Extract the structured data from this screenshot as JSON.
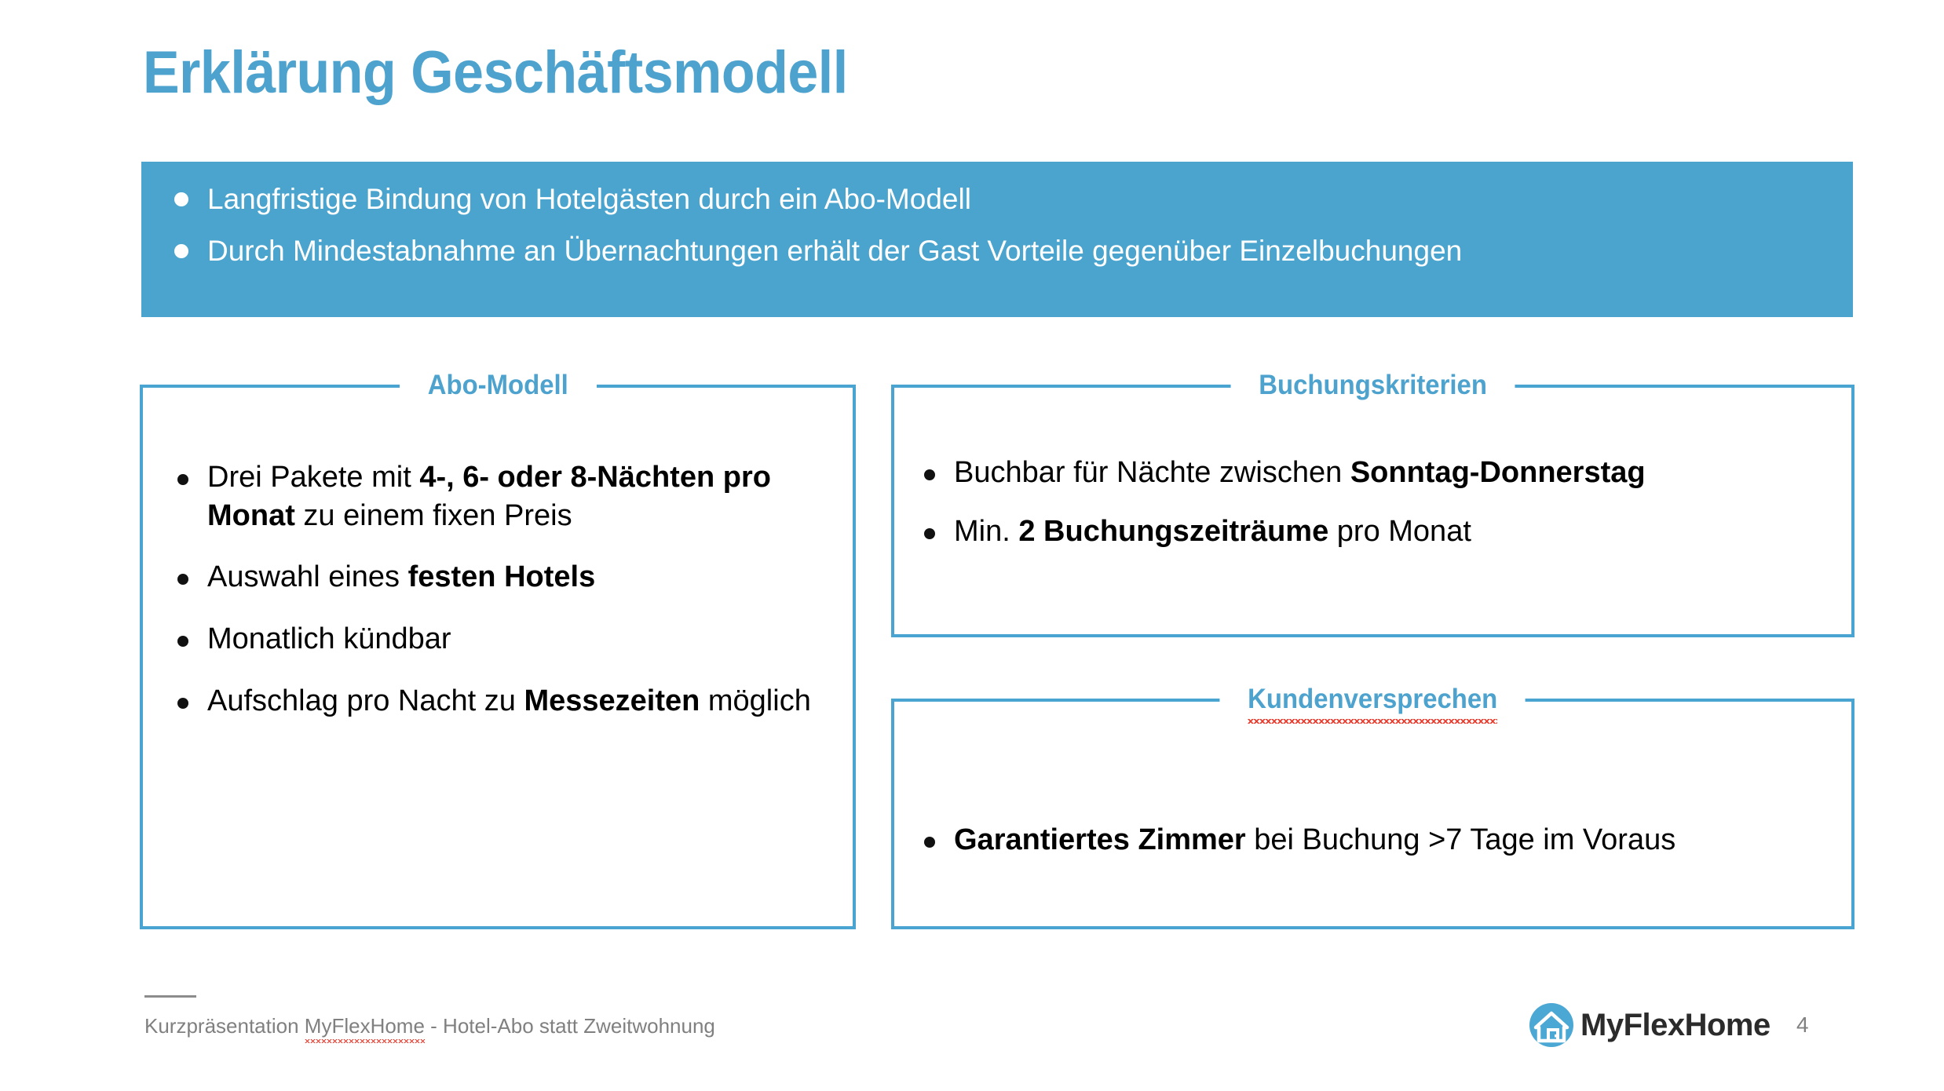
{
  "slide": {
    "title": "Erklärung Geschäftsmodell",
    "accent_blue": "#4AA4CD",
    "border_blue": "#49A4D2",
    "heading_blue": "#4DA3CE",
    "spellcheck_red": "#E8392B",
    "footer_gray": "#808080"
  },
  "banner": {
    "items": [
      "Langfristige Bindung von Hotelgästen durch ein Abo-Modell",
      "Durch Mindestabnahme an Übernachtungen erhält der Gast Vorteile gegenüber Einzelbuchungen"
    ]
  },
  "cards": {
    "abo_modell": {
      "heading": "Abo-Modell",
      "bullets": [
        {
          "parts": [
            {
              "text": "Drei Pakete mit ",
              "bold": false
            },
            {
              "text": "4-, 6- oder 8-Nächten pro Monat",
              "bold": true
            },
            {
              "text": " zu einem fixen Preis",
              "bold": false
            }
          ]
        },
        {
          "parts": [
            {
              "text": "Auswahl eines ",
              "bold": false
            },
            {
              "text": "festen Hotels",
              "bold": true
            }
          ]
        },
        {
          "parts": [
            {
              "text": "Monatlich kündbar",
              "bold": false
            }
          ]
        },
        {
          "parts": [
            {
              "text": "Aufschlag pro Nacht zu ",
              "bold": false
            },
            {
              "text": "Messezeiten",
              "bold": true
            },
            {
              "text": " möglich",
              "bold": false
            }
          ]
        }
      ]
    },
    "buchungskriterien": {
      "heading": "Buchungskriterien",
      "bullets": [
        {
          "parts": [
            {
              "text": "Buchbar für Nächte zwischen ",
              "bold": false
            },
            {
              "text": "Sonntag-Donnerstag",
              "bold": true
            }
          ]
        },
        {
          "parts": [
            {
              "text": "Min. ",
              "bold": false
            },
            {
              "text": "2 Buchungszeiträume",
              "bold": true
            },
            {
              "text": " pro Monat",
              "bold": false
            }
          ]
        }
      ]
    },
    "kundenversprechen": {
      "heading": "Kundenversprechen",
      "heading_misspelled": true,
      "bullets": [
        {
          "parts": [
            {
              "text": "Garantiertes Zimmer",
              "bold": true
            },
            {
              "text": " bei Buchung >7 Tage  im Voraus",
              "bold": false
            }
          ]
        }
      ]
    }
  },
  "footer": {
    "prefix": "Kurzpräsentation ",
    "brand": "MyFlexHome",
    "suffix": " - Hotel-Abo statt Zweitwohnung",
    "logo_text": "MyFlexHome",
    "page_number": "4"
  }
}
